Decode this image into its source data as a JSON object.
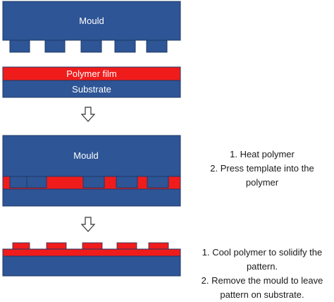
{
  "labels": {
    "mould_top": "Mould",
    "polymer_film": "Polymer film",
    "substrate": "Substrate",
    "mould_middle": "Mould"
  },
  "captions": {
    "step2": [
      "1. Heat polymer",
      "2. Press template into the",
      "polymer"
    ],
    "step3": [
      "1. Cool polymer to solidify the",
      "pattern.",
      "2. Remove the mould to leave",
      "pattern on substrate."
    ]
  },
  "colors": {
    "mould_blue": "#2e5596",
    "mould_border": "#1f3864",
    "polymer_red": "#f01c1c",
    "substrate_blue": "#2e5596",
    "label_text": "#ffffff",
    "caption_text": "#1a1a1a",
    "arrow_stroke": "#333333"
  },
  "icons": {
    "process_arrow": "down-arrow-icon"
  }
}
